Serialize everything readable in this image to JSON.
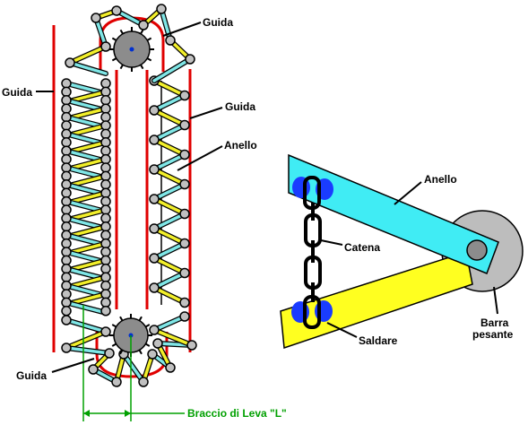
{
  "colors": {
    "guide_red": "#e00000",
    "link_yellow": "#f2ef2a",
    "link_cyan": "#7fe6e6",
    "link_outline": "#000000",
    "eye_grey": "#c0c0c0",
    "gear_grey": "#8c8c8c",
    "axle_blue": "#0030d0",
    "bar_cyan": "#40ecf4",
    "bar_yellow": "#ffff20",
    "weld_blue": "#1a3cff",
    "weight_grey": "#bdbdbd",
    "green": "#00a000"
  },
  "labels": {
    "guida_top": "Guida",
    "guida_left": "Guida",
    "guida_right": "Guida",
    "guida_bottom": "Guida",
    "anello_left": "Anello",
    "braccio": "Braccio di Leva \"L\"",
    "anello_right": "Anello",
    "catena": "Catena",
    "saldare": "Saldare",
    "barra_line1": "Barra",
    "barra_line2": "pesante"
  },
  "icons": {
    "top_sprocket": "sprocket-icon",
    "bottom_sprocket": "sprocket-icon",
    "weight_disc": "disc-icon"
  }
}
